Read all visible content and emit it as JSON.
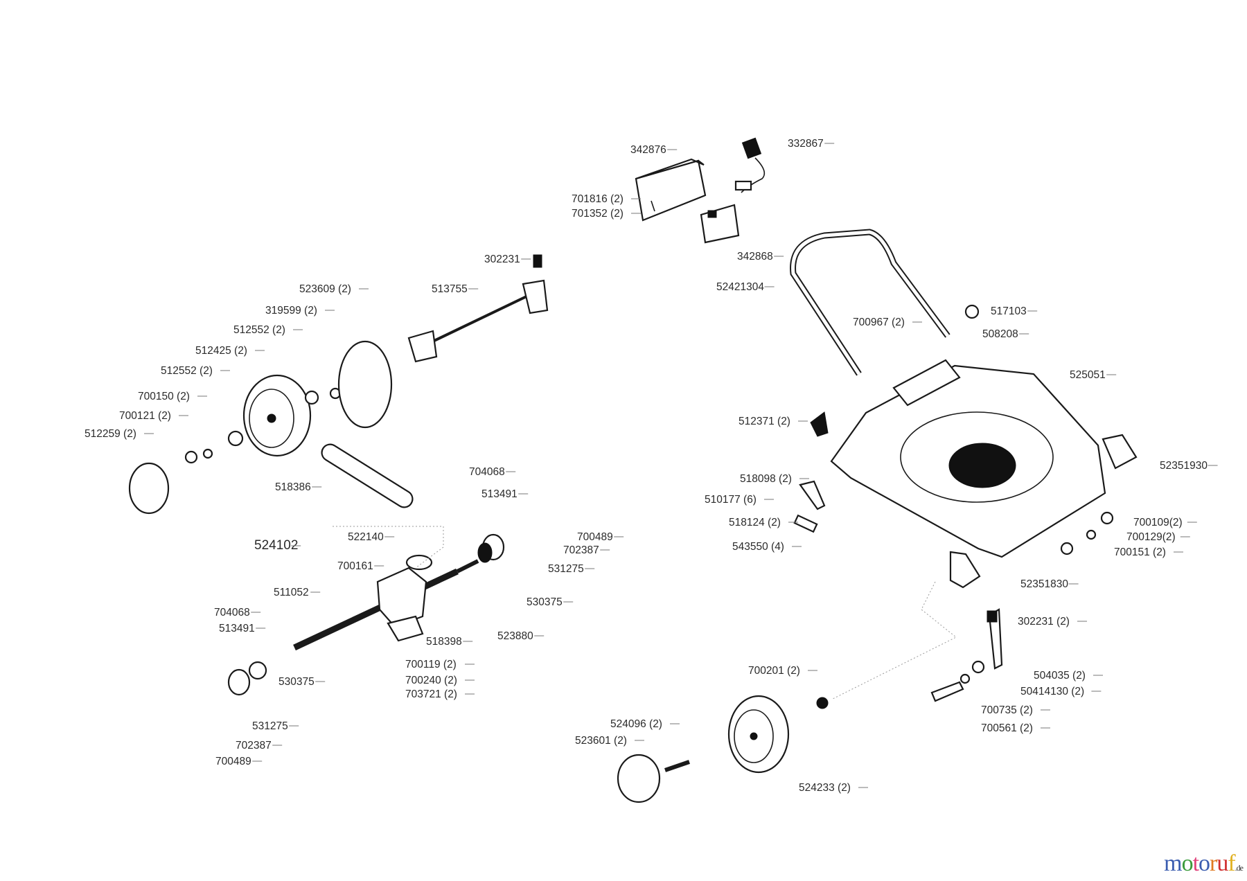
{
  "labels": [
    "342876",
    "332867",
    "701816 (2)",
    "701352 (2)",
    "302231",
    "342868",
    "52421304",
    "523609 (2)",
    "513755",
    "319599 (2)",
    "517103",
    "512552 (2)",
    "700967 (2)",
    "508208",
    "512425 (2)",
    "525051",
    "512552 (2)",
    "700150 (2)",
    "700121 (2)",
    "512371 (2)",
    "512259 (2)",
    "52351930",
    "704068",
    "518098 (2)",
    "518386",
    "513491",
    "510177 (6)",
    "700109(2)",
    "518124 (2)",
    "700489",
    "522140",
    "700129(2)",
    "524102",
    "702387",
    "543550 (4)",
    "700151 (2)",
    "700161",
    "531275",
    "52351830",
    "511052",
    "530375",
    "704068",
    "302231 (2)",
    "513491",
    "518398",
    "523880",
    "700119 (2)",
    "700201 (2)",
    "504035 (2)",
    "700240 (2)",
    "530375",
    "50414130 (2)",
    "703721 (2)",
    "700735 (2)",
    "524096 (2)",
    "531275",
    "700561 (2)",
    "523601 (2)",
    "702387",
    "700489",
    "524233 (2)"
  ],
  "logo": {
    "text": "motoruf",
    "tld": ".de",
    "colors": [
      "#3b5db0",
      "#3a9a3a",
      "#e0407a",
      "#3b5db0",
      "#e07a20",
      "#d03030",
      "#e0b020"
    ]
  }
}
